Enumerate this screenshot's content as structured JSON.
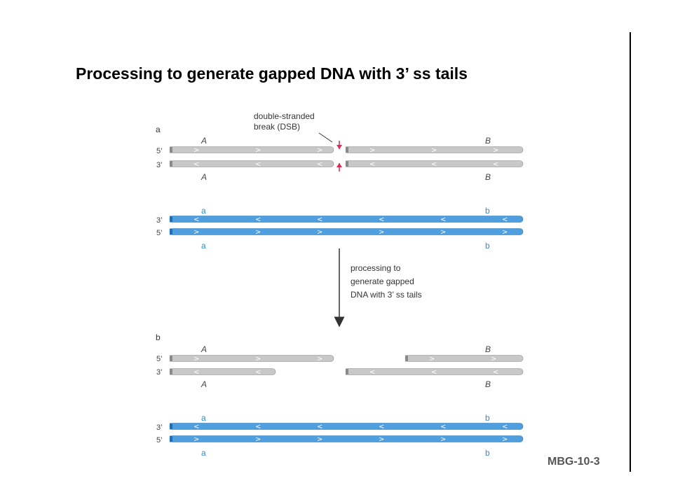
{
  "title": "Processing to generate gapped DNA with 3’ ss tails",
  "figure_ref": "MBG-10-3",
  "colors": {
    "gray_strand": "#c8c8c8",
    "blue_strand": "#4f9fdf",
    "break_marker": "#e2264f"
  },
  "panel_a": {
    "label": "a",
    "dsb_label_line1": "double-stranded",
    "dsb_label_line2": "break (DSB)",
    "gene_A": "A",
    "gene_B": "B",
    "gene_a": "a",
    "gene_b": "b",
    "end_5": "5’",
    "end_3": "3’"
  },
  "process": {
    "line1": "processing to",
    "line2": "generate gapped",
    "line3": "DNA with 3’ ss tails"
  },
  "panel_b": {
    "label": "b",
    "gene_A": "A",
    "gene_B": "B",
    "gene_a": "a",
    "gene_b": "b",
    "end_5": "5’",
    "end_3": "3’"
  }
}
